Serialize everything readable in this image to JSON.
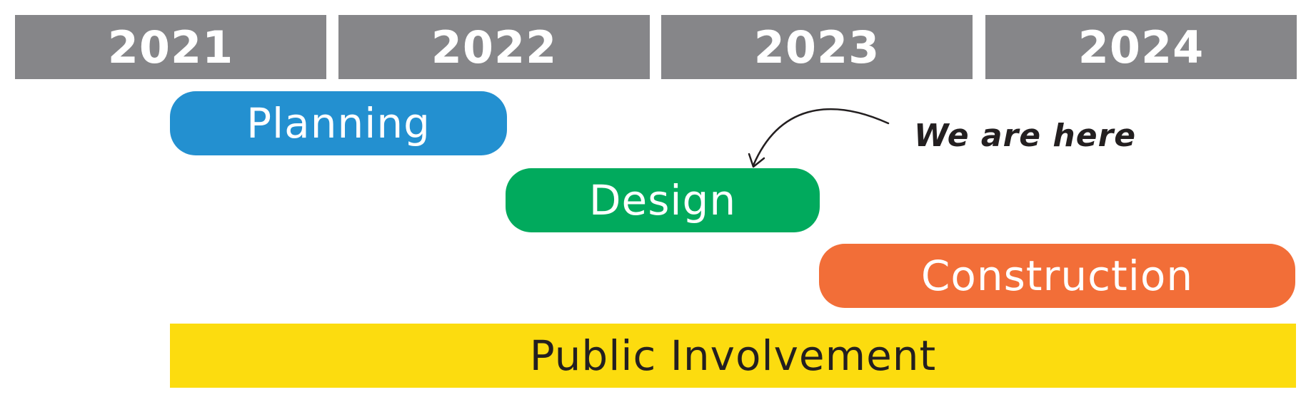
{
  "timeline": {
    "years": [
      "2021",
      "2022",
      "2023",
      "2024"
    ],
    "year_bar_color": "#868689"
  },
  "phases": {
    "planning": {
      "label": "Planning",
      "color": "#2390d0"
    },
    "design": {
      "label": "Design",
      "color": "#01aa5d"
    },
    "construction": {
      "label": "Construction",
      "color": "#f26e38"
    },
    "public_involvement": {
      "label": "Public Involvement",
      "color": "#fcdc0f"
    }
  },
  "annotation": {
    "text": "We are here",
    "icon": "curved-arrow-icon"
  }
}
